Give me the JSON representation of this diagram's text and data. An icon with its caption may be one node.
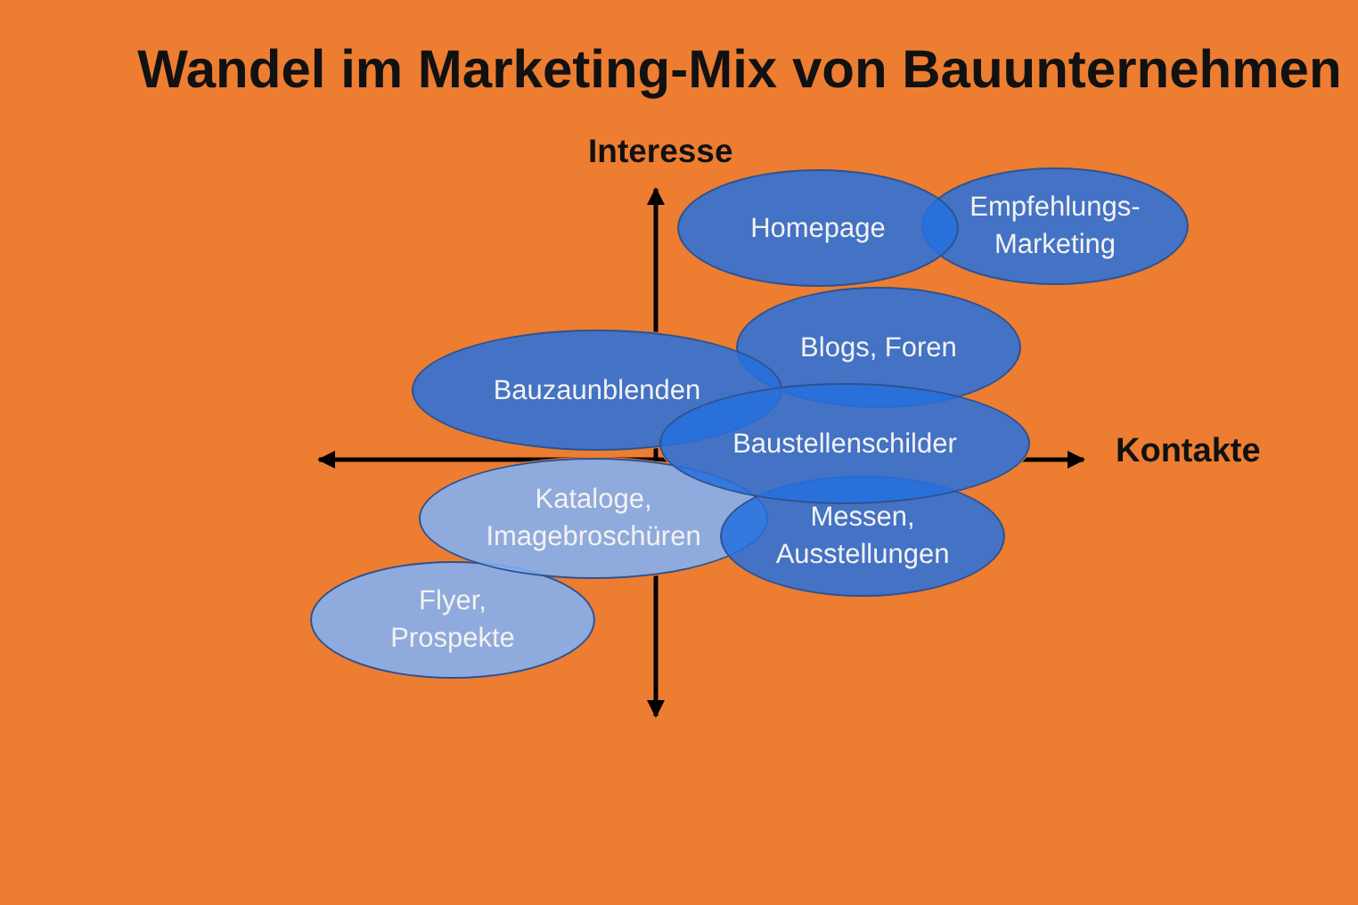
{
  "diagram": {
    "title": "Wandel im Marketing-Mix von Bauunternehmen",
    "nodes": [
      {
        "text": [
          "Homepage"
        ]
      },
      {
        "text": [
          "Empfehlungs- Marketing"
        ]
      },
      {
        "text": [
          "Blogs, Foren"
        ]
      },
      {
        "text": [
          "Bauzaunblenden"
        ]
      },
      {
        "text": [
          "Baustellenschilder"
        ]
      },
      {
        "text": [
          "Kataloge, Imagebroschüren"
        ]
      },
      {
        "text": [
          "Messen, Ausstellungen"
        ]
      },
      {
        "text": [
          "Flyer, Prospekte"
        ]
      }
    ],
    "labels": [
      "Interesse",
      "Kontakte"
    ]
  }
}
